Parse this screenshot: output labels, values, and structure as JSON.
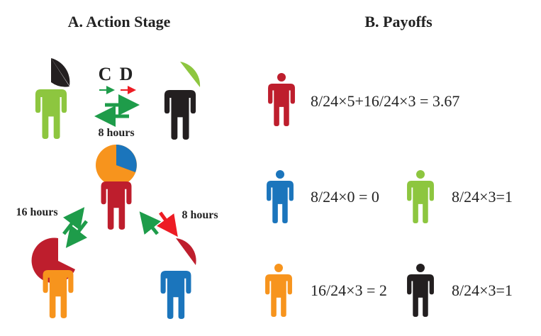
{
  "titles": {
    "action_stage": "A. Action Stage",
    "payoffs": "B. Payoffs"
  },
  "colors": {
    "green": "#8dc63f",
    "black": "#231f20",
    "red": "#be1e2d",
    "blue": "#1b75bc",
    "orange": "#f7941d",
    "arrow_green": "#1e9c4a",
    "arrow_red": "#ed1c24"
  },
  "action_stage": {
    "cd_label_c": "C",
    "cd_label_d": "D",
    "top_hours": "8 hours",
    "left_hours": "16 hours",
    "right_hours": "8 hours"
  },
  "payoffs": {
    "red": "8/24×5+16/24×3 = 3.67",
    "blue": "8/24×0 = 0",
    "green": "8/24×3=1",
    "orange": "16/24×3 = 2",
    "black": "8/24×3=1"
  },
  "icons": {
    "person": "person-icon",
    "pie": "pie-chart-icon",
    "arrow": "arrow-icon"
  }
}
